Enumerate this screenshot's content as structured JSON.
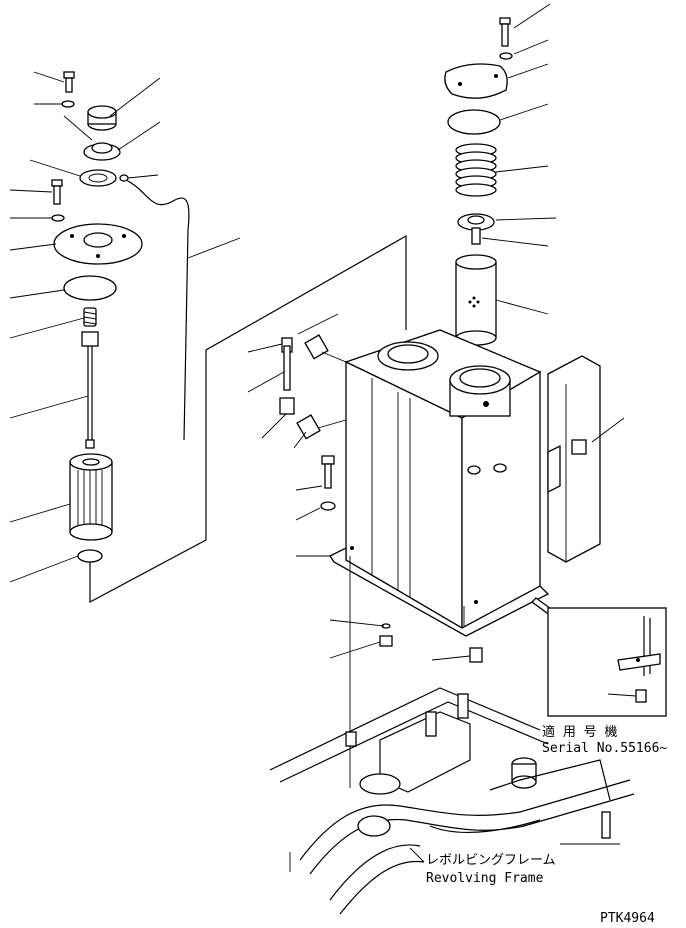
{
  "diagram": {
    "drawing_code": "PTK4964",
    "serial_note": {
      "jp": "適 用 号 機",
      "en": "Serial No.55166~"
    },
    "frame_label": {
      "jp": "レボルビングフレーム",
      "en": "Revolving Frame"
    }
  }
}
